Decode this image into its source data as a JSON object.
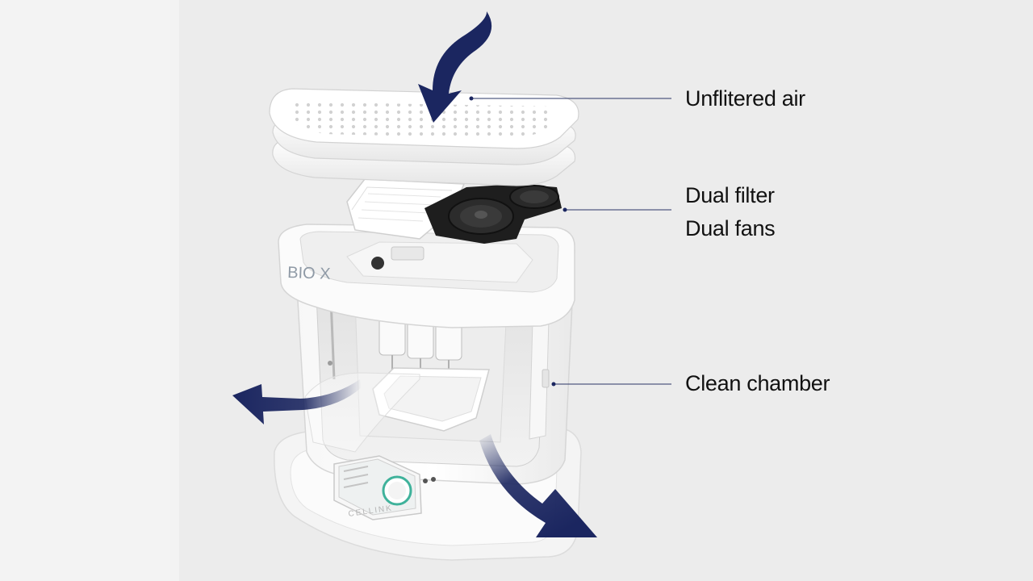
{
  "diagram": {
    "accent_color": "#1b2660",
    "leader_color": "#2a3566",
    "callouts": {
      "unfiltered_air": "Unflitered air",
      "dual_filter": "Dual filter",
      "dual_fans": "Dual fans",
      "clean_chamber": "Clean chamber"
    },
    "device": {
      "model_label": "BIO X",
      "brand_label": "CELLINK"
    }
  }
}
